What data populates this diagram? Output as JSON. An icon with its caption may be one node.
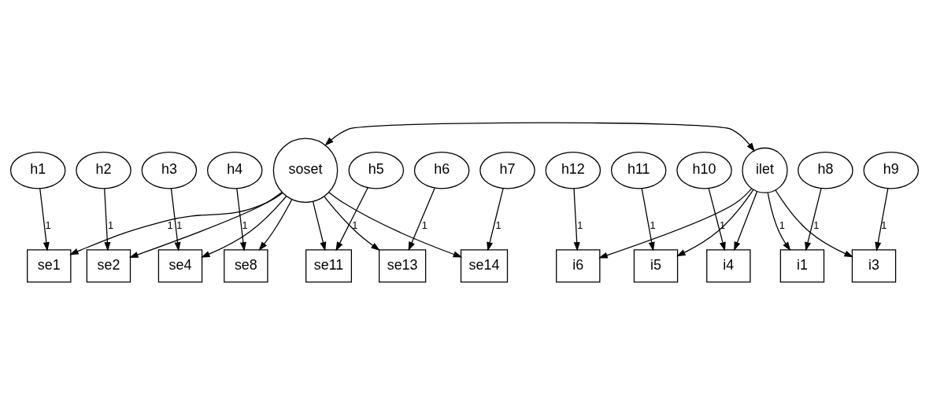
{
  "diagram": {
    "nodes": [
      {
        "text": [
          "h1"
        ]
      },
      {
        "text": [
          "h2"
        ]
      },
      {
        "text": [
          "h3"
        ]
      },
      {
        "text": [
          "h4"
        ]
      },
      {
        "text": [
          "h5"
        ]
      },
      {
        "text": [
          "h6"
        ]
      },
      {
        "text": [
          "h7"
        ]
      },
      {
        "text": [
          "se1"
        ]
      },
      {
        "text": [
          "se2"
        ]
      },
      {
        "text": [
          "se4"
        ]
      },
      {
        "text": [
          "se8"
        ]
      },
      {
        "text": [
          "se11"
        ]
      },
      {
        "text": [
          "se13"
        ]
      },
      {
        "text": [
          "se14"
        ]
      },
      {
        "text": [
          "soset"
        ]
      },
      {
        "text": [
          "h12"
        ]
      },
      {
        "text": [
          "h11"
        ]
      },
      {
        "text": [
          "h10"
        ]
      },
      {
        "text": [
          "h9"
        ]
      },
      {
        "text": [
          "h8"
        ]
      },
      {
        "text": [
          "i6"
        ]
      },
      {
        "text": [
          "i5"
        ]
      },
      {
        "text": [
          "i4"
        ]
      },
      {
        "text": [
          "i3"
        ]
      },
      {
        "text": [
          "i1"
        ]
      },
      {
        "text": [
          "ilet"
        ]
      }
    ],
    "edges": [
      {
        "from": 0,
        "to": 7,
        "arrow": "to",
        "label": "1"
      },
      {
        "from": 1,
        "to": 8,
        "arrow": "to",
        "label": "1"
      },
      {
        "from": 2,
        "to": 9,
        "arrow": "to",
        "label": "1"
      },
      {
        "from": 3,
        "to": 10,
        "arrow": "to",
        "label": "1"
      },
      {
        "from": 4,
        "to": 11,
        "arrow": "to",
        "label": "1"
      },
      {
        "from": 5,
        "to": 12,
        "arrow": "to",
        "label": "1"
      },
      {
        "from": 6,
        "to": 13,
        "arrow": "to",
        "label": "1"
      },
      {
        "from": 14,
        "to": 7,
        "arrow": "to",
        "label": "1"
      },
      {
        "from": 14,
        "to": 8,
        "arrow": "to"
      },
      {
        "from": 14,
        "to": 9,
        "arrow": "to"
      },
      {
        "from": 14,
        "to": 10,
        "arrow": "to"
      },
      {
        "from": 14,
        "to": 11,
        "arrow": "to"
      },
      {
        "from": 14,
        "to": 12,
        "arrow": "to"
      },
      {
        "from": 14,
        "to": 13,
        "arrow": "to"
      },
      {
        "from": 15,
        "to": 20,
        "arrow": "to",
        "label": "1"
      },
      {
        "from": 16,
        "to": 21,
        "arrow": "to",
        "label": "1"
      },
      {
        "from": 17,
        "to": 22,
        "arrow": "to",
        "label": "1"
      },
      {
        "from": 18,
        "to": 23,
        "arrow": "to",
        "label": "1"
      },
      {
        "from": 19,
        "to": 24,
        "arrow": "to",
        "label": "1"
      },
      {
        "from": 25,
        "to": 20,
        "arrow": "to"
      },
      {
        "from": 25,
        "to": 21,
        "arrow": "to"
      },
      {
        "from": 25,
        "to": 22,
        "arrow": "to"
      },
      {
        "from": 25,
        "to": 23,
        "arrow": "to"
      },
      {
        "from": 25,
        "to": 24,
        "arrow": "to",
        "label": "1"
      },
      {
        "from": 14,
        "to": 25,
        "arrow": "both"
      }
    ]
  }
}
